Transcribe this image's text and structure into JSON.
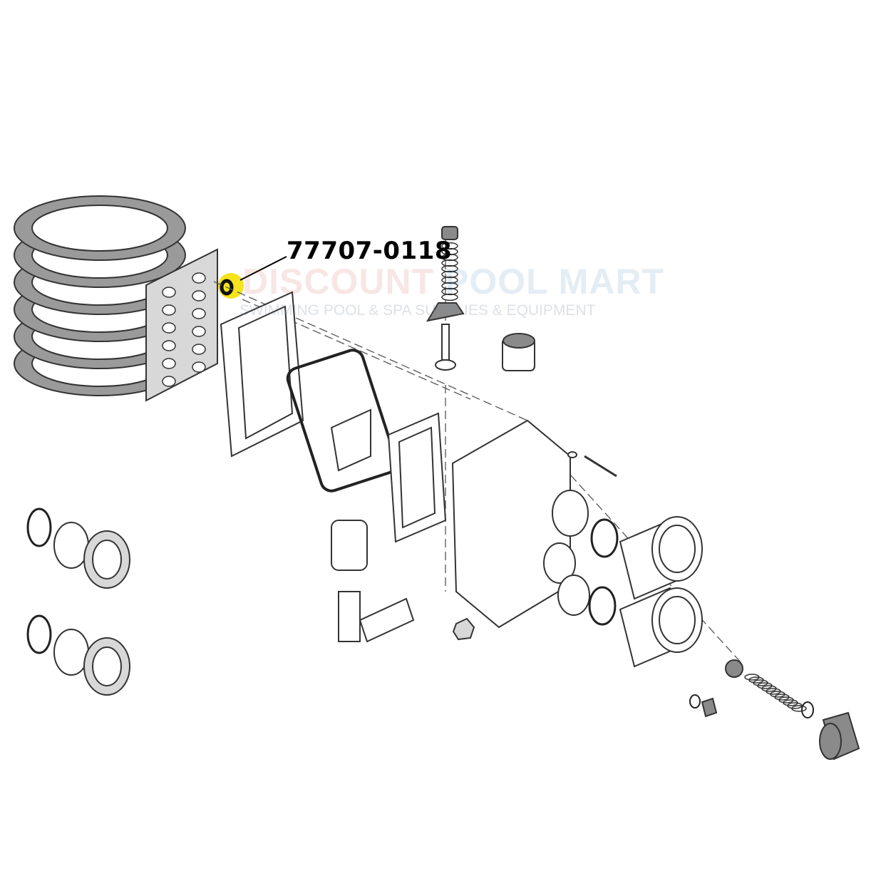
{
  "callout": {
    "part_number": "77707-0118",
    "highlight_color": "#f5e31c"
  },
  "watermark": {
    "line1_a": "DISCOUNT",
    "line1_b": "POOL MART",
    "line2": "SWIMMING POOL & SPA SUPPLIES & EQUIPMENT"
  }
}
